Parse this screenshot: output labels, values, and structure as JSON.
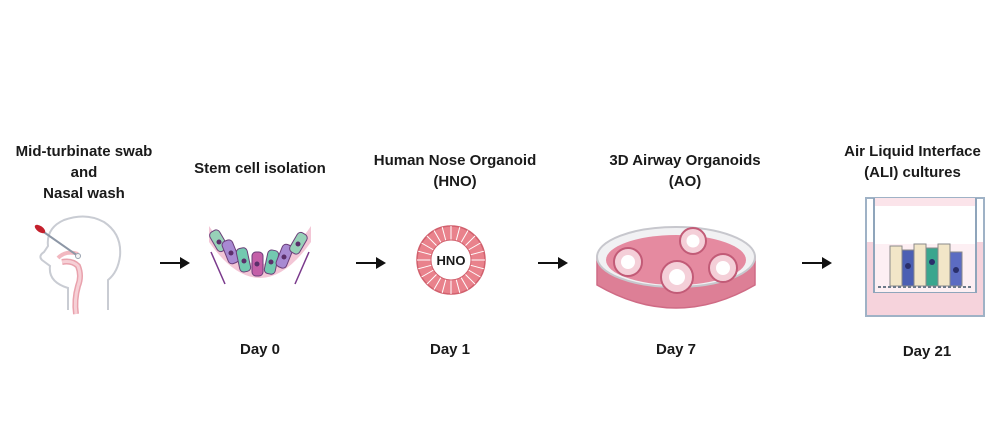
{
  "steps": [
    {
      "title_lines": [
        "Mid-turbinate swab",
        "and",
        "Nasal wash"
      ],
      "day": ""
    },
    {
      "title_lines": [
        "Stem cell isolation"
      ],
      "day": "Day 0"
    },
    {
      "title_lines": [
        "Human Nose Organoid",
        "(HNO)"
      ],
      "day": "Day 1",
      "badge": "HNO"
    },
    {
      "title_lines": [
        "3D Airway Organoids",
        "(AO)"
      ],
      "day": "Day 7"
    },
    {
      "title_lines": [
        "Air Liquid Interface",
        "(ALI) cultures"
      ],
      "day": "Day 21"
    }
  ],
  "colors": {
    "text": "#1a1a1a",
    "arrow": "#111111",
    "organoid_pink": "#e9828c",
    "dish_pink": "#e07a93",
    "lumen": "#ffffff",
    "head_outline": "#c9ccd3",
    "swab_red": "#c4202c"
  },
  "icons": [
    "head-swab-illustration",
    "stem-cells-illustration",
    "hno-organoid-illustration",
    "petri-dish-illustration",
    "ali-transwell-illustration"
  ]
}
